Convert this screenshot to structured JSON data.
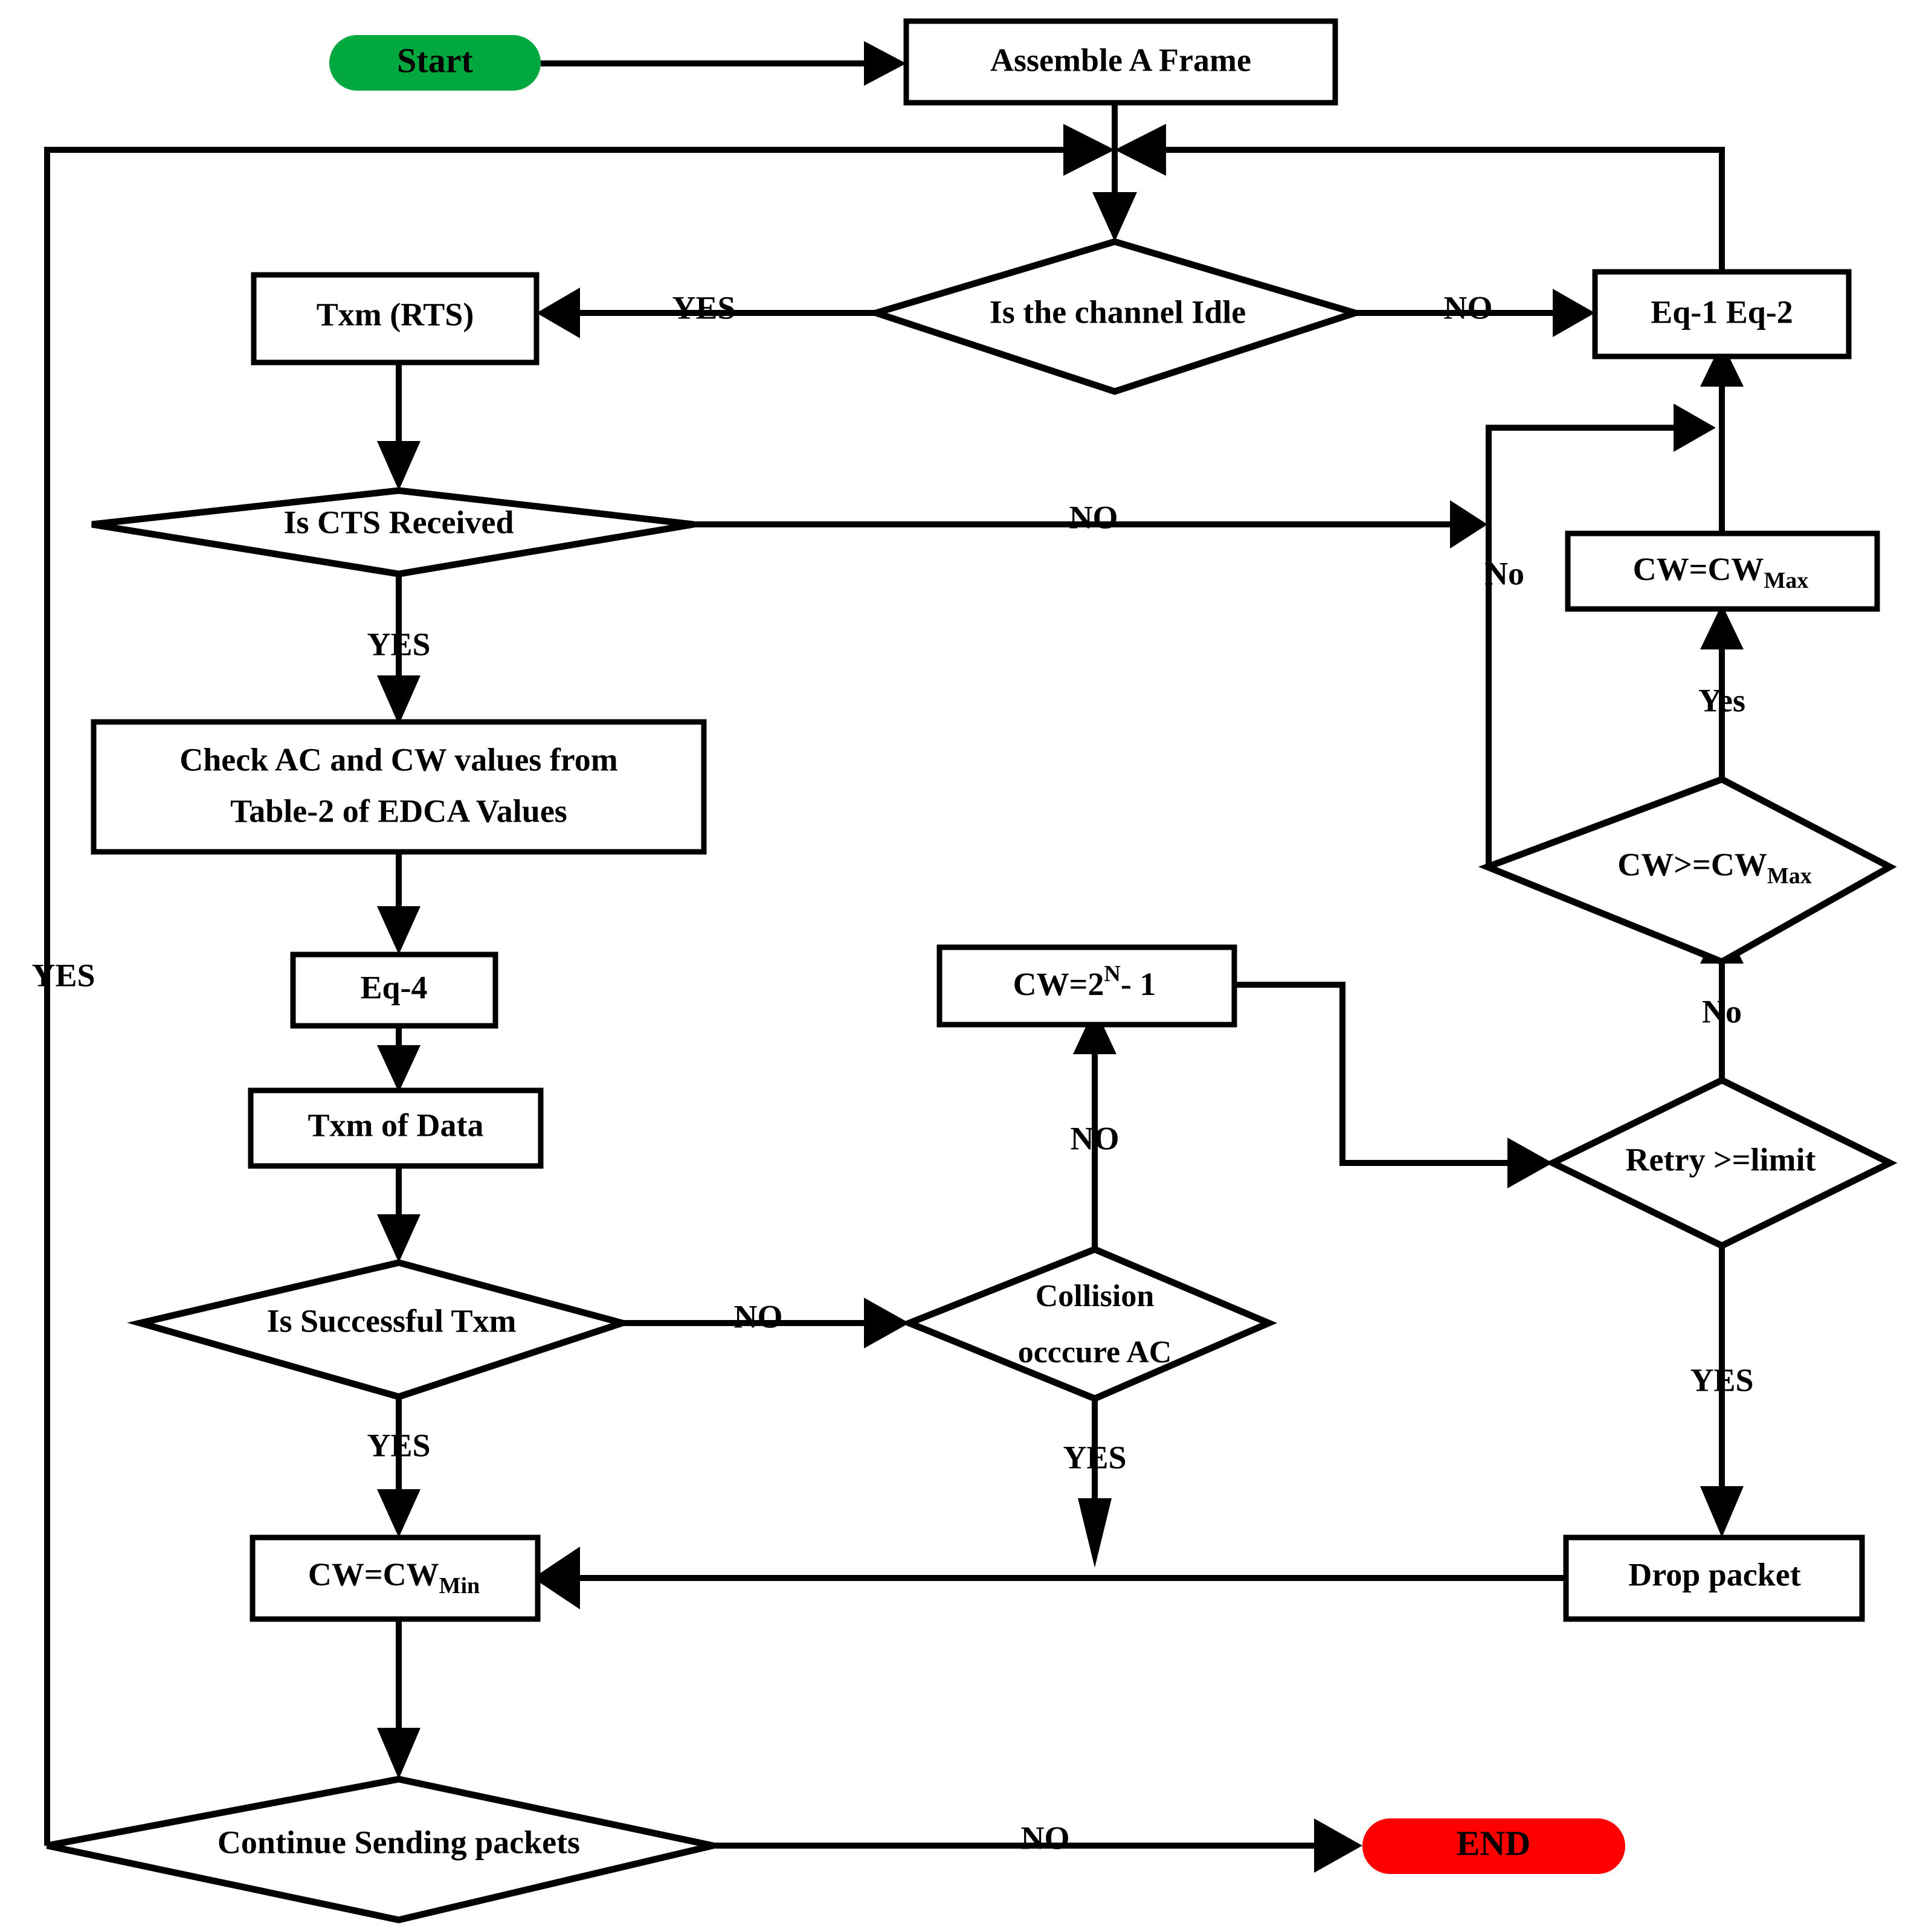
{
  "diagram": {
    "title": "EDCA RTS/CTS Backoff Flowchart",
    "colors": {
      "start_fill": "#00a83f",
      "end_fill": "#ff0000",
      "node_stroke": "#000000",
      "node_fill": "#ffffff",
      "edge": "#000000"
    },
    "nodes": [
      {
        "id": "start",
        "type": "terminator",
        "label": "Start"
      },
      {
        "id": "assemble",
        "type": "process",
        "label": "Assemble A Frame"
      },
      {
        "id": "channel_idle",
        "type": "decision",
        "label": "Is the channel Idle"
      },
      {
        "id": "eq12",
        "type": "process",
        "label": "Eq-1 Eq-2"
      },
      {
        "id": "txm_rts",
        "type": "process",
        "label": "Txm (RTS)"
      },
      {
        "id": "cts_recv",
        "type": "decision",
        "label": "Is CTS Received"
      },
      {
        "id": "cw_cwmax",
        "type": "process",
        "label": "CW=CW",
        "label_sub": "Max"
      },
      {
        "id": "cw_ge_cwmax",
        "type": "decision",
        "label": "CW>=CW",
        "label_sub": "Max"
      },
      {
        "id": "check_ac",
        "type": "process",
        "label_line1": "Check AC and CW values from",
        "label_line2": "Table-2 of EDCA Values"
      },
      {
        "id": "eq4",
        "type": "process",
        "label": "Eq-4"
      },
      {
        "id": "cw_pow",
        "type": "process",
        "label_a": "CW=2",
        "label_sup": "N",
        "label_b": "- 1"
      },
      {
        "id": "txm_data",
        "type": "process",
        "label": "Txm of Data"
      },
      {
        "id": "retry_limit",
        "type": "decision",
        "label": "Retry >=limit"
      },
      {
        "id": "succ_txm",
        "type": "decision",
        "label": "Is Successful Txm"
      },
      {
        "id": "collision",
        "type": "decision",
        "label_line1": "Collision",
        "label_line2": "occcure AC"
      },
      {
        "id": "cw_cwmin",
        "type": "process",
        "label": "CW=CW",
        "label_sub": "Min"
      },
      {
        "id": "drop_packet",
        "type": "process",
        "label": "Drop packet"
      },
      {
        "id": "continue_send",
        "type": "decision",
        "label": "Continue Sending packets"
      },
      {
        "id": "end",
        "type": "terminator",
        "label": "END"
      }
    ],
    "edge_labels": {
      "channel_idle_yes": "YES",
      "channel_idle_no": "NO",
      "cts_no": "NO",
      "cts_yes": "YES",
      "cw_ge_cwmax_no": "No",
      "cw_ge_cwmax_yes": "Yes",
      "retry_no": "No",
      "retry_yes": "YES",
      "succ_txm_no": "NO",
      "succ_txm_yes": "YES",
      "collision_no": "NO",
      "collision_yes": "YES",
      "continue_yes": "YES",
      "continue_no": "NO"
    }
  }
}
